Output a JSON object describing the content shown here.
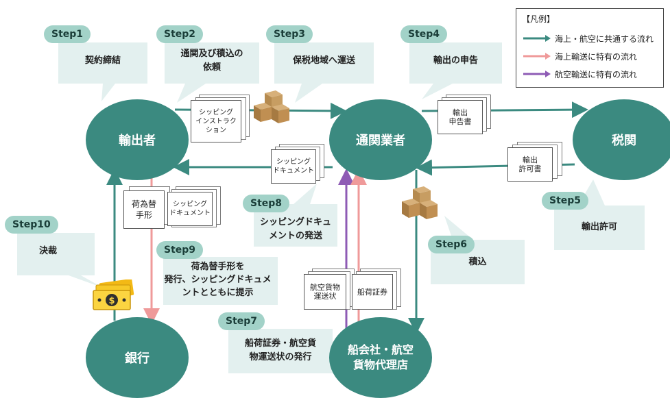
{
  "nodes": {
    "exporter": "輸出者",
    "customs_broker": "通関業者",
    "customs": "税関",
    "bank": "銀行",
    "carrier_line1": "船会社・航空",
    "carrier_line2": "貨物代理店"
  },
  "steps": [
    {
      "badge": "Step1",
      "text": "契約締結"
    },
    {
      "badge": "Step2",
      "text1": "通関及び積込の",
      "text2": "依頼"
    },
    {
      "badge": "Step3",
      "text": "保税地域へ運送"
    },
    {
      "badge": "Step4",
      "text": "輸出の申告"
    },
    {
      "badge": "Step5",
      "text": "輸出許可"
    },
    {
      "badge": "Step6",
      "text": "積込"
    },
    {
      "badge": "Step7",
      "text1": "船荷証券・航空貨",
      "text2": "物運送状の発行"
    },
    {
      "badge": "Step8",
      "text1": "シッピングドキュ",
      "text2": "メントの発送"
    },
    {
      "badge": "Step9",
      "text1": "荷為替手形を",
      "text2": "発行、シッピングドキュメ",
      "text3": "ントとともに提示"
    },
    {
      "badge": "Step10",
      "text": "決裁"
    }
  ],
  "documents": {
    "shipping_instruction": [
      "シッピング",
      "インストラク",
      "ション"
    ],
    "export_declaration": [
      "輸出",
      "申告書"
    ],
    "export_permit": [
      "輸出",
      "許可書"
    ],
    "shipping_document_step8": [
      "シッピング",
      "ドキュメント"
    ],
    "bill_of_exchange": [
      "荷為替",
      "手形"
    ],
    "shipping_document_step9": [
      "シッピング",
      "ドキュメント"
    ],
    "air_waybill": [
      "航空貨物",
      "運送状"
    ],
    "bill_of_lading": [
      "船荷証券"
    ]
  },
  "legend": {
    "title": "【凡例】",
    "items": [
      {
        "label": "海上・航空に共通する流れ",
        "color": "#3b8a80"
      },
      {
        "label": "海上輸送に特有の流れ",
        "color": "#ef9a9a"
      },
      {
        "label": "航空輸送に特有の流れ",
        "color": "#8e5bb5"
      }
    ]
  },
  "icons": {
    "boxes": "cardboard-boxes-icon",
    "money": "banknote-dollar-icon"
  },
  "colors": {
    "common": "#3b8a80",
    "sea": "#ef9a9a",
    "air": "#8e5bb5",
    "callout": "#e3f0ef",
    "badge": "#a2d2c8"
  }
}
